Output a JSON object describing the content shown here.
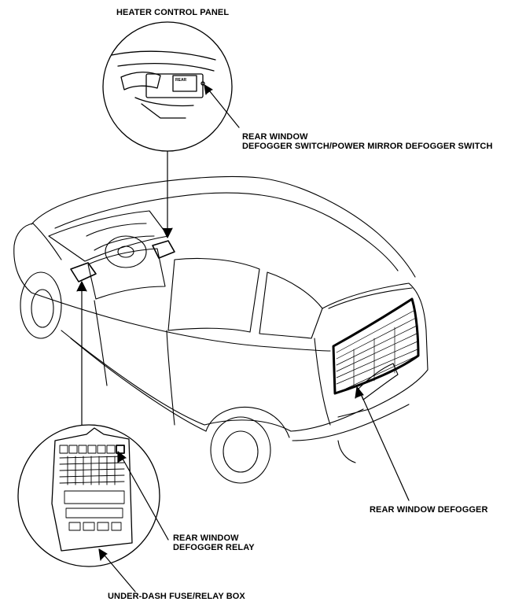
{
  "labels": {
    "heater_control_panel": "HEATER CONTROL PANEL",
    "rear_window_switch_line1": "REAR WINDOW",
    "rear_window_switch_line2": "DEFOGGER SWITCH/POWER MIRROR DEFOGGER SWITCH",
    "rear_window_defogger": "REAR WINDOW DEFOGGER",
    "relay_line1": "REAR WINDOW",
    "relay_line2": "DEFOGGER RELAY",
    "fuse_box": "UNDER-DASH FUSE/RELAY BOX",
    "switch_tag": "REAR"
  },
  "colors": {
    "line": "#000000",
    "background": "#ffffff"
  }
}
